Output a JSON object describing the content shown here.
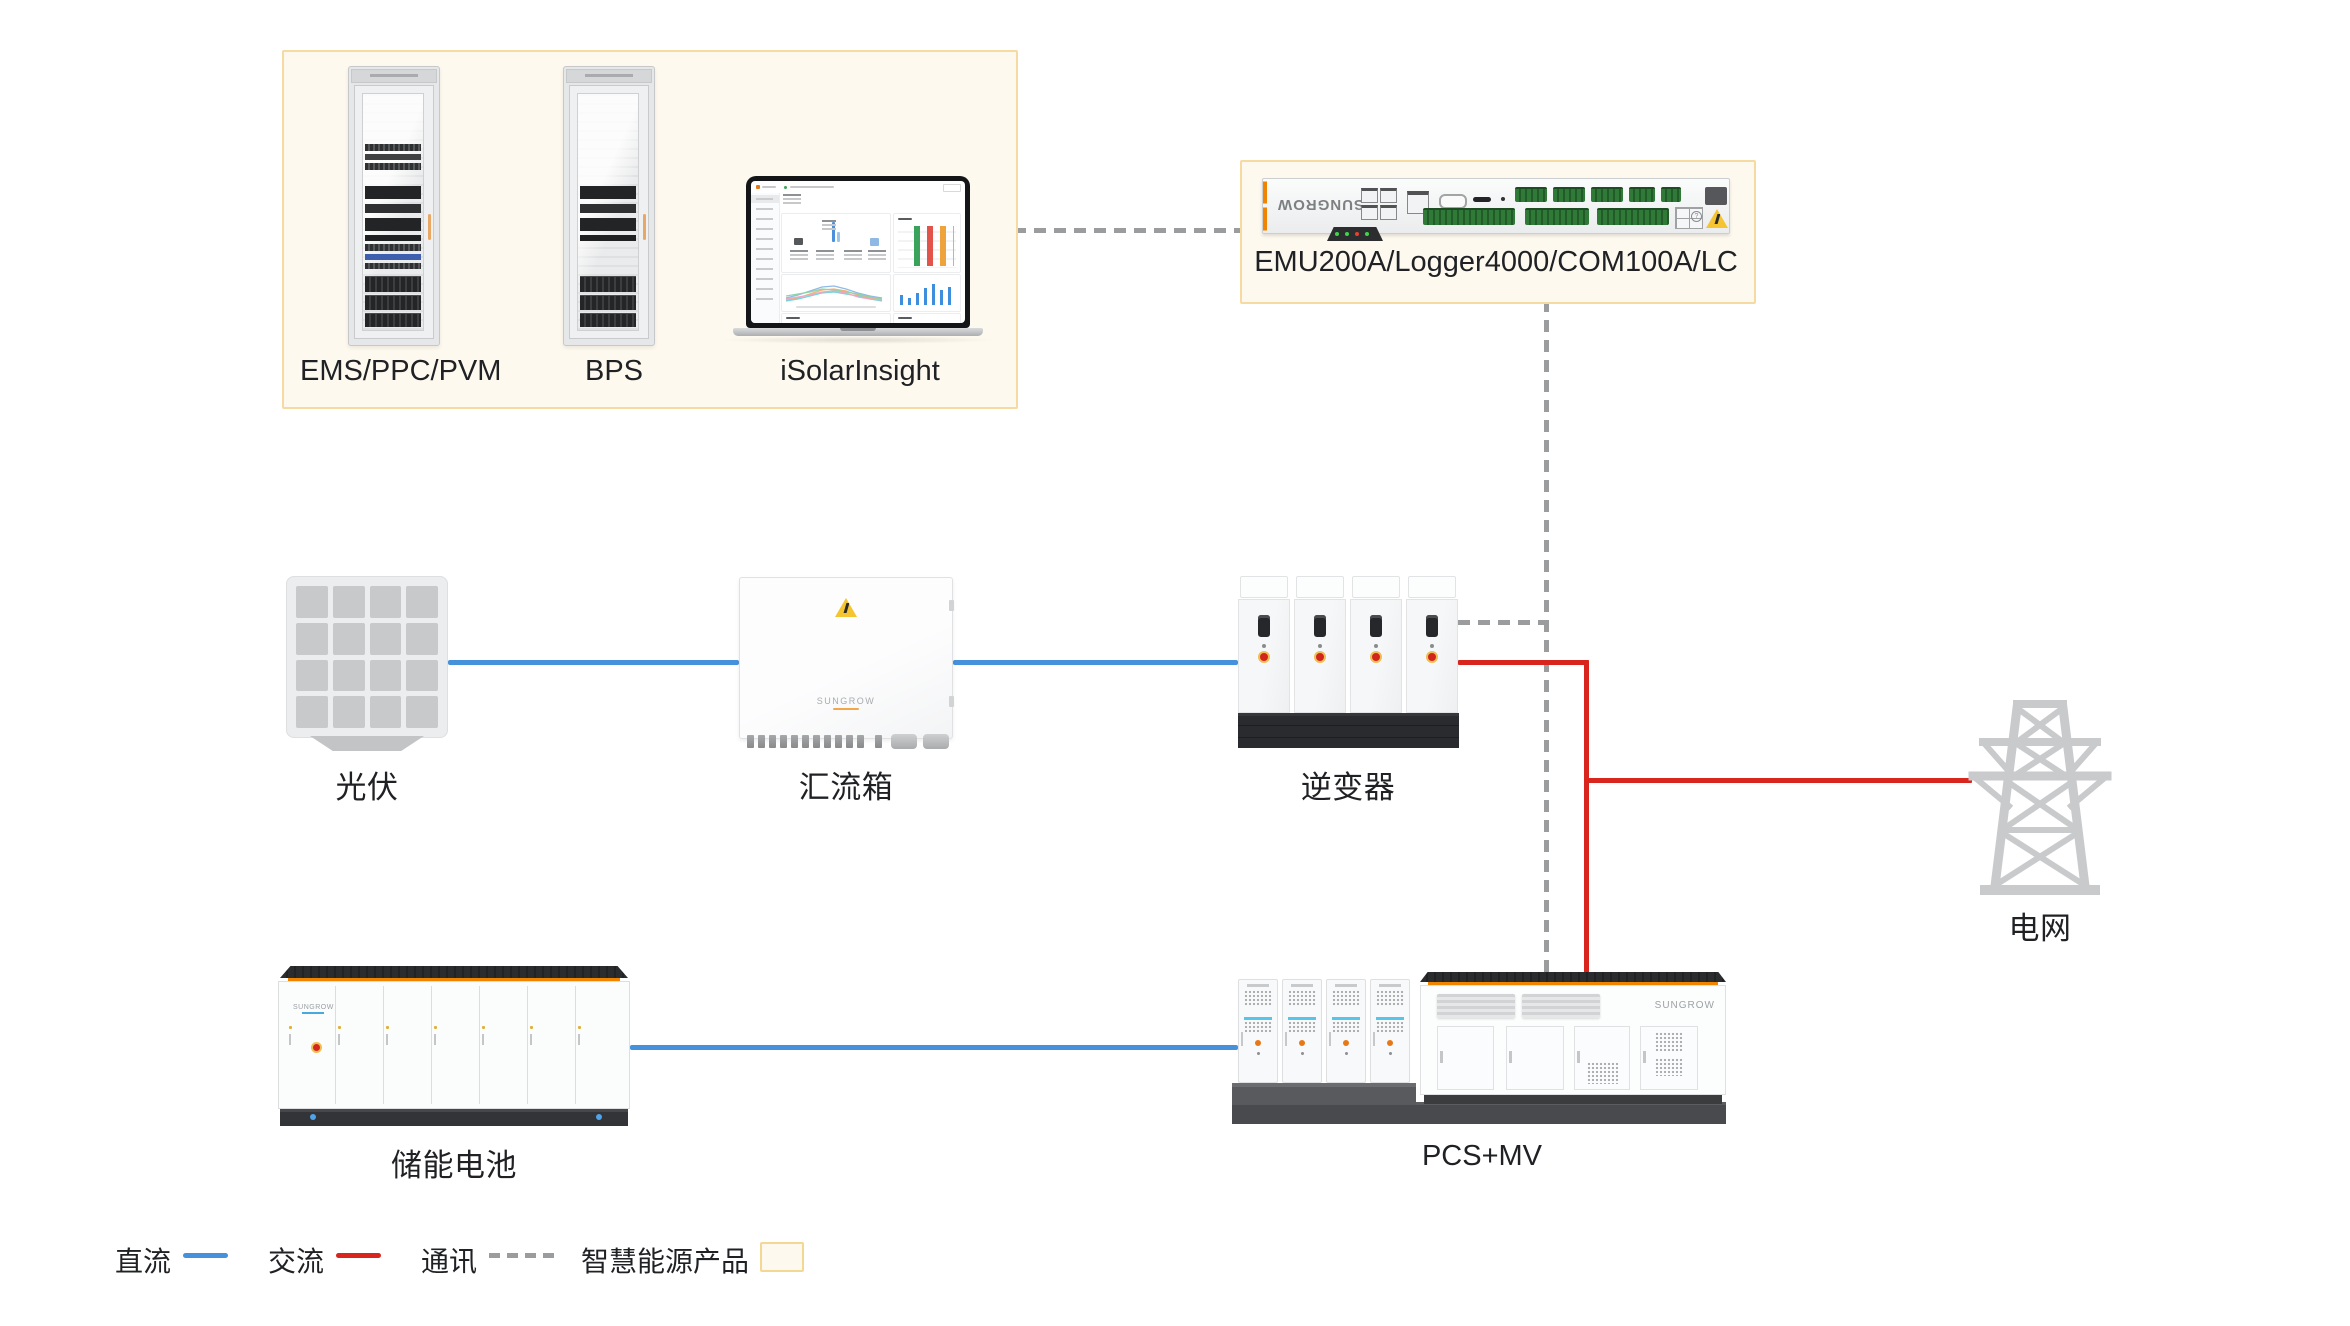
{
  "colors": {
    "dc_blue": "#4691DC",
    "ac_red": "#D8251E",
    "comm_gray": "#9A9C9E",
    "highlight_bg": "#FEF9EF",
    "highlight_border": "#F5DBA2",
    "brand_orange": "#F08300",
    "label_dark": "#1F2124"
  },
  "smart_energy_box": {
    "rack_labels": [
      "EMS/PPC/PVM",
      "BPS"
    ],
    "laptop_label": "iSolarInsight"
  },
  "gateway_box": {
    "label": "EMU200A/Logger4000/COM100A/LC",
    "brand": "SUNGROW"
  },
  "nodes": {
    "pv": "光伏",
    "combiner": "汇流箱",
    "inverter": "逆变器",
    "grid": "电网",
    "battery": "储能电池",
    "pcs_mv": "PCS+MV"
  },
  "device_brand": "SUNGROW",
  "legend": {
    "items": [
      {
        "label": "直流",
        "type": "dc"
      },
      {
        "label": "交流",
        "type": "ac"
      },
      {
        "label": "通讯",
        "type": "comm"
      },
      {
        "label": "智慧能源产品",
        "type": "product"
      }
    ]
  }
}
